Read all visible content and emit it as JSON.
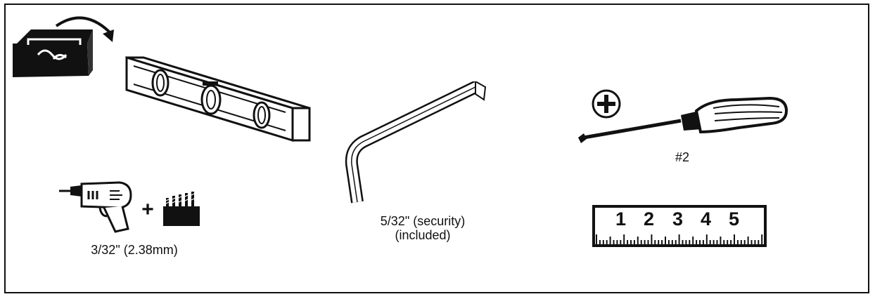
{
  "tools": {
    "drill": {
      "icon": "drill-icon",
      "plus": "+",
      "bits_icon": "drill-bits-icon",
      "size_label": "3/32\" (2.38mm)"
    },
    "level": {
      "icon": "spirit-level-icon"
    },
    "hex_key": {
      "icon": "hex-key-icon",
      "size_label": "5/32\" (security)",
      "note": "(included)"
    },
    "screwdriver": {
      "icon": "phillips-screwdriver-icon",
      "type_icon": "phillips-head-symbol-icon",
      "size_label": "#2"
    },
    "ruler": {
      "icon": "tape-ruler-icon",
      "numbers": [
        "1",
        "2",
        "3",
        "4",
        "5"
      ]
    },
    "toolbox": {
      "icon": "toolbox-icon"
    }
  },
  "colors": {
    "ink": "#111111",
    "background": "#ffffff"
  }
}
